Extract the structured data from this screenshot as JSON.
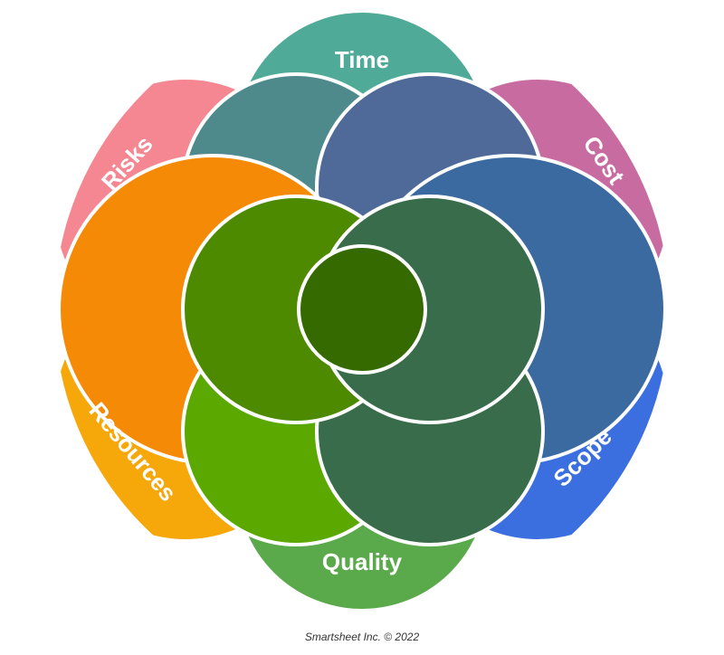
{
  "labels": {
    "time": "Time",
    "cost": "Cost",
    "scope": "Scope",
    "quality": "Quality",
    "resources": "Resources",
    "risks": "Risks"
  },
  "colors": {
    "time": "#4fab97",
    "cost": "#c86ba0",
    "scope": "#3b6fe0",
    "quality": "#5aa94a",
    "resources": "#f6a70a",
    "risks": "#f48791",
    "orange": "#f58a06",
    "stroke": "#ffffff"
  },
  "credit": "Smartsheet Inc. © 2022"
}
